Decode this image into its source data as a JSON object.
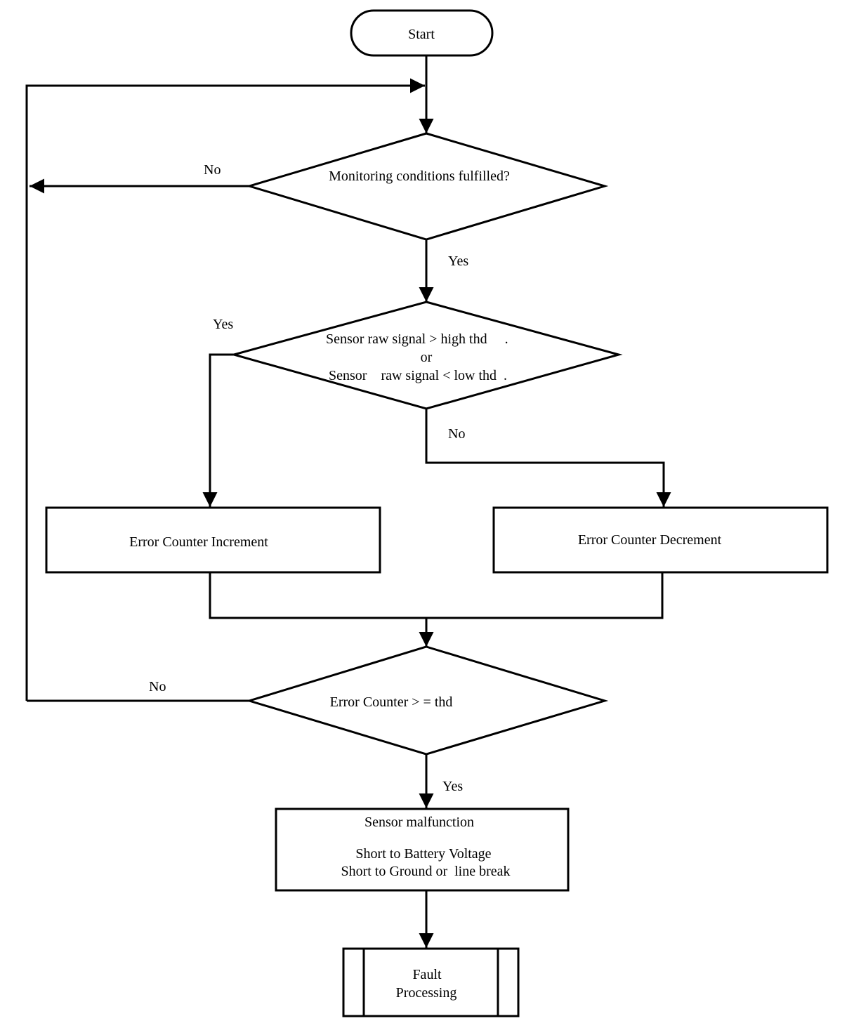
{
  "nodes": {
    "start": "Start",
    "monitoring": "Monitoring  conditions fulfilled?",
    "sensor_check": {
      "line1": "Sensor raw signal > high thd     .",
      "line2": "or",
      "line3": "Sensor    raw signal < low thd  ."
    },
    "increment": "Error Counter Increment",
    "decrement": "Error Counter Decrement",
    "counter_check": "Error Counter > = thd",
    "malfunction": {
      "title": "Sensor malfunction",
      "line1": "Short to Battery Voltage",
      "line2": "Short to Ground or  line break"
    },
    "fault": {
      "line1": "Fault",
      "line2": "Processing"
    }
  },
  "edges": {
    "monitoring_no": "No",
    "monitoring_yes": "Yes",
    "sensor_yes": "Yes",
    "sensor_no": "No",
    "counter_no": "No",
    "counter_yes": "Yes"
  }
}
